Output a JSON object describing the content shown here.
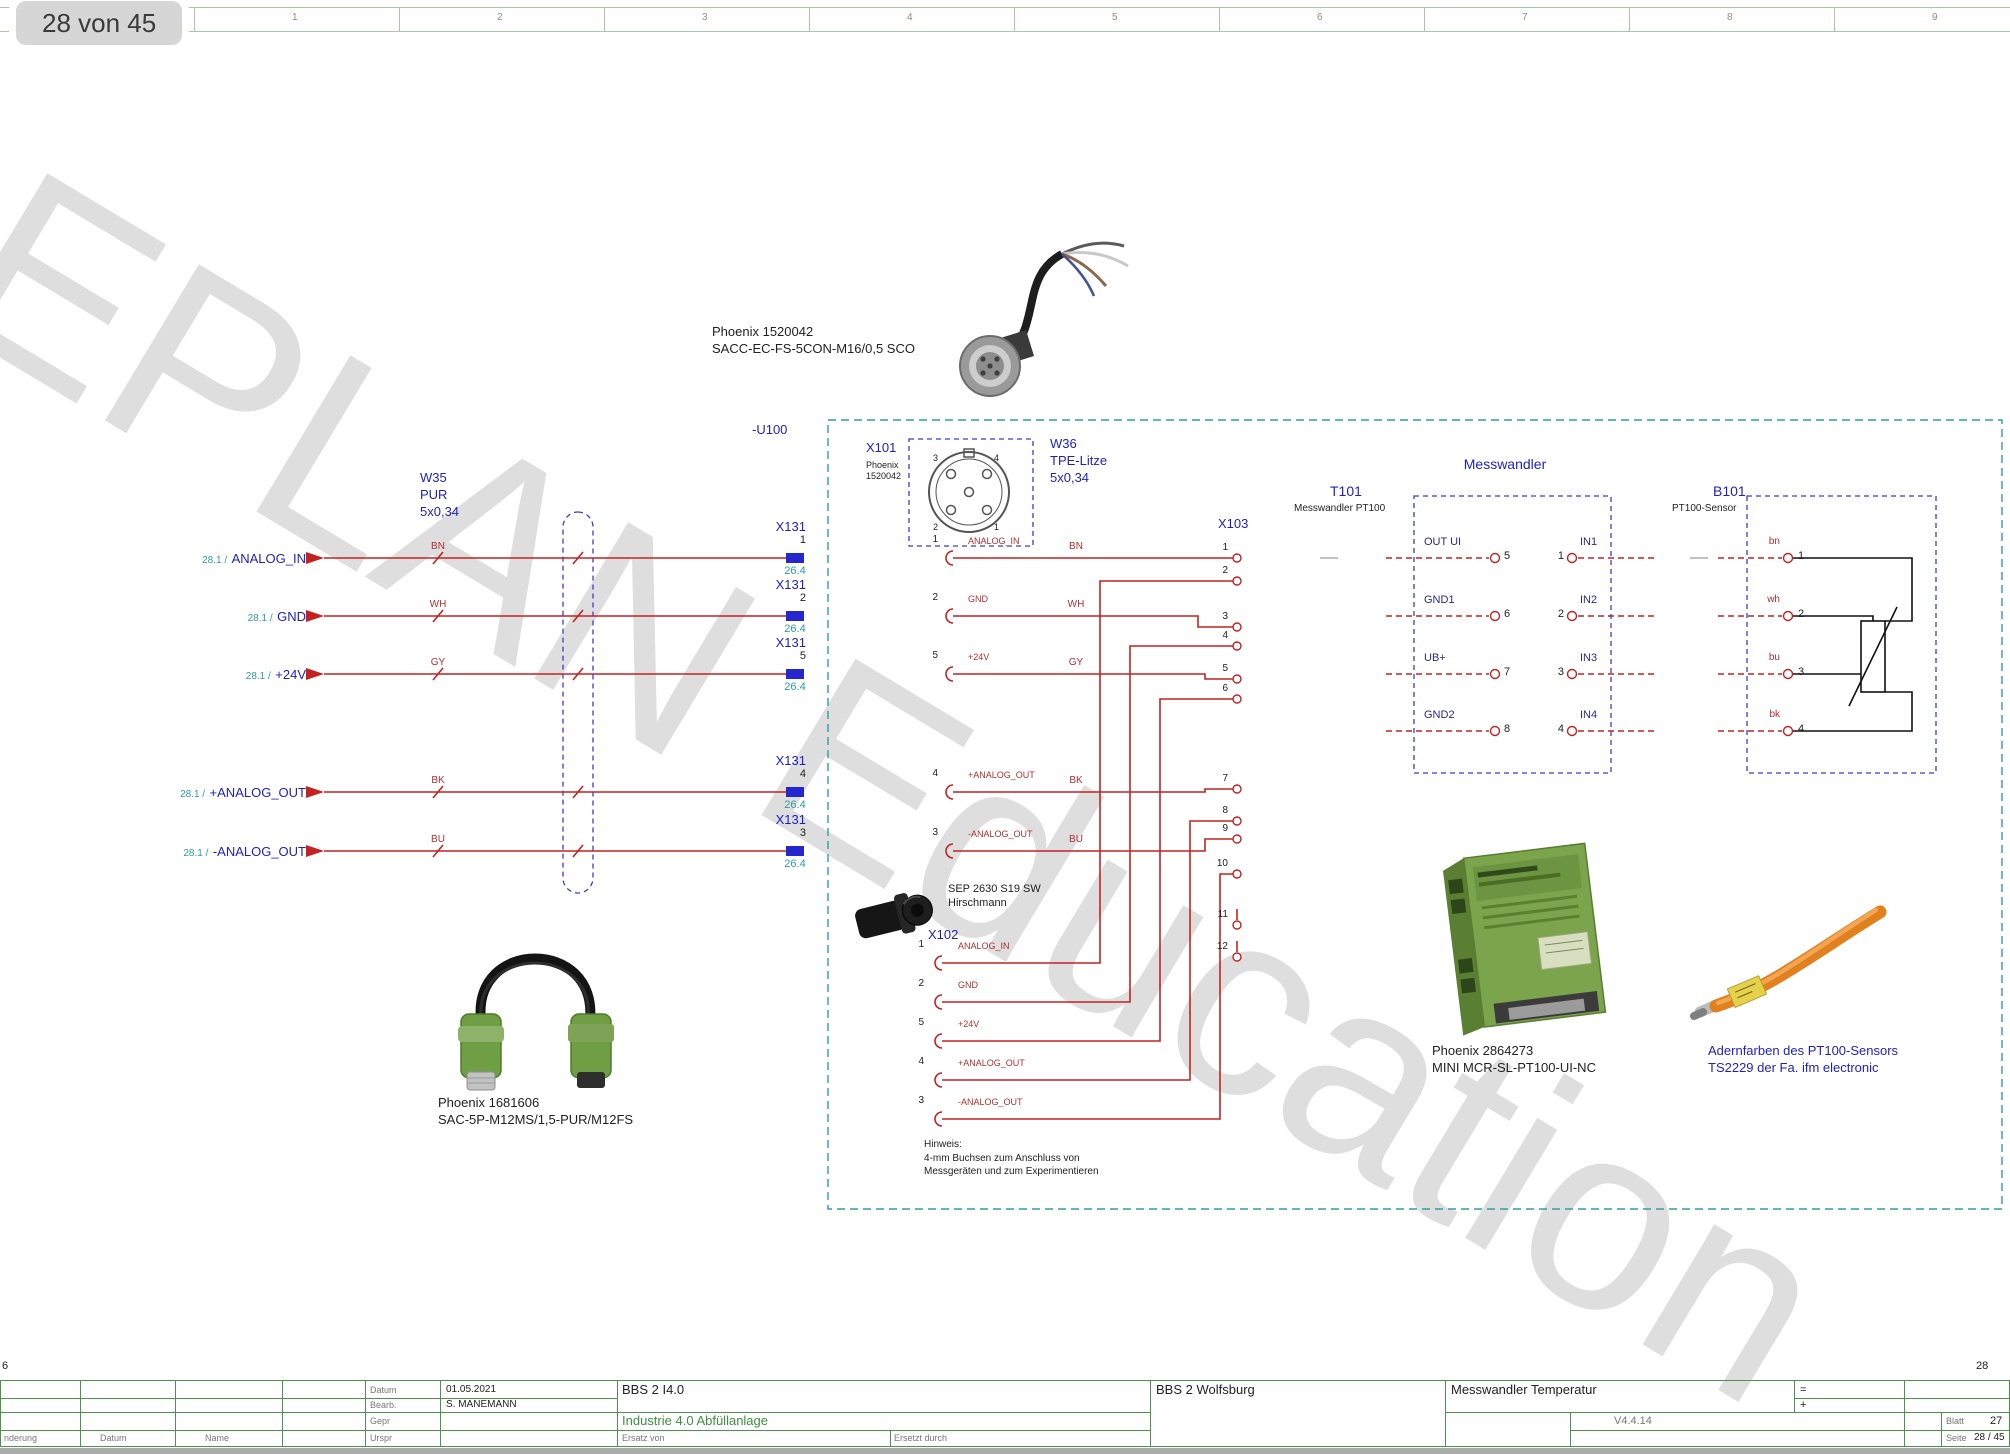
{
  "page": {
    "badge": "28 von 45",
    "ruler": [
      "1",
      "2",
      "3",
      "4",
      "5",
      "6",
      "7",
      "8",
      "9"
    ],
    "watermark": "EPLAN Education",
    "corner_left": "6",
    "corner_right": "28"
  },
  "schematic": {
    "u100": "-U100",
    "w35": {
      "name": "W35",
      "type": "PUR",
      "size": "5x0,34"
    },
    "w36": {
      "name": "W36",
      "type": "TPE-Litze",
      "size": "5x0,34"
    },
    "messwandler_title": "Messwandler",
    "signals": [
      {
        "xref": "28.1 /",
        "name": "ANALOG_IN",
        "color": "BN",
        "term": "X131",
        "pin": "1",
        "dest": "26.4"
      },
      {
        "xref": "28.1 /",
        "name": "GND",
        "color": "WH",
        "term": "X131",
        "pin": "2",
        "dest": "26.4"
      },
      {
        "xref": "28.1 /",
        "name": "+24V",
        "color": "GY",
        "term": "X131",
        "pin": "5",
        "dest": "26.4"
      },
      {
        "xref": "28.1 /",
        "name": "+ANALOG_OUT",
        "color": "BK",
        "term": "X131",
        "pin": "4",
        "dest": "26.4"
      },
      {
        "xref": "28.1 /",
        "name": "-ANALOG_OUT",
        "color": "BU",
        "term": "X131",
        "pin": "3",
        "dest": "26.4"
      }
    ],
    "x101": {
      "label": "X101",
      "part_line1": "Phoenix",
      "part_line2": "1520042",
      "face": {
        "nw": "3",
        "ne": "4",
        "sw": "2",
        "se": "1"
      }
    },
    "x102": {
      "label": "X102"
    },
    "x103": {
      "label": "X103",
      "pins": [
        "1",
        "2",
        "3",
        "4",
        "5",
        "6",
        "7",
        "8",
        "9",
        "10",
        "11",
        "12"
      ]
    },
    "t101": {
      "label": "T101",
      "subtitle": "Messwandler PT100",
      "left_pins": [
        {
          "name": "OUT UI",
          "pin": "5"
        },
        {
          "name": "GND1",
          "pin": "6"
        },
        {
          "name": "UB+",
          "pin": "7"
        },
        {
          "name": "GND2",
          "pin": "8"
        }
      ],
      "right_pins": [
        {
          "name": "IN1",
          "pin": "1"
        },
        {
          "name": "IN2",
          "pin": "2"
        },
        {
          "name": "IN3",
          "pin": "3"
        },
        {
          "name": "IN4",
          "pin": "4"
        }
      ]
    },
    "b101": {
      "label": "B101",
      "subtitle": "PT100-Sensor",
      "pins": [
        {
          "color": "bn",
          "pin": "1"
        },
        {
          "color": "wh",
          "pin": "2"
        },
        {
          "color": "bu",
          "pin": "3"
        },
        {
          "color": "bk",
          "pin": "4"
        }
      ]
    },
    "hinweis": [
      "Hinweis:",
      "4-mm Buchsen zum Anschluss von",
      "Messgeräten und zum Experimentieren"
    ]
  },
  "captions": {
    "sacc": [
      "Phoenix 1520042",
      "SACC-EC-FS-5CON-M16/0,5 SCO"
    ],
    "hirschmann": [
      "SEP 2630 S19 SW",
      "Hirschmann"
    ],
    "sac5p": [
      "Phoenix 1681606",
      "SAC-5P-M12MS/1,5-PUR/M12FS"
    ],
    "mcr": [
      "Phoenix 2864273",
      "MINI MCR-SL-PT100-UI-NC"
    ],
    "pt100": [
      "Adernfarben des PT100-Sensors",
      "TS2229 der Fa. ifm electronic"
    ]
  },
  "titleblock": {
    "datum_label": "Datum",
    "datum": "01.05.2021",
    "bearb_label": "Bearb.",
    "bearb": "S. MANEMANN",
    "gepr_label": "Gepr",
    "urspr_label": "Urspr",
    "project": "BBS 2 I4.0",
    "description": "Industrie 4.0 Abfüllanlage",
    "org": "BBS 2 Wolfsburg",
    "sheet_title": "Messwandler Temperatur",
    "ersatz_von_label": "Ersatz von",
    "ersetzt_durch_label": "Ersetzt durch",
    "version": "V4.4.14",
    "eq": "=",
    "plus": "+",
    "blatt_label": "Blatt",
    "blatt": "27",
    "seite_label": "Seite",
    "seite": "28 / 45",
    "aenderung_label": "nderung",
    "datum2_label": "Datum",
    "name_label": "Name"
  }
}
